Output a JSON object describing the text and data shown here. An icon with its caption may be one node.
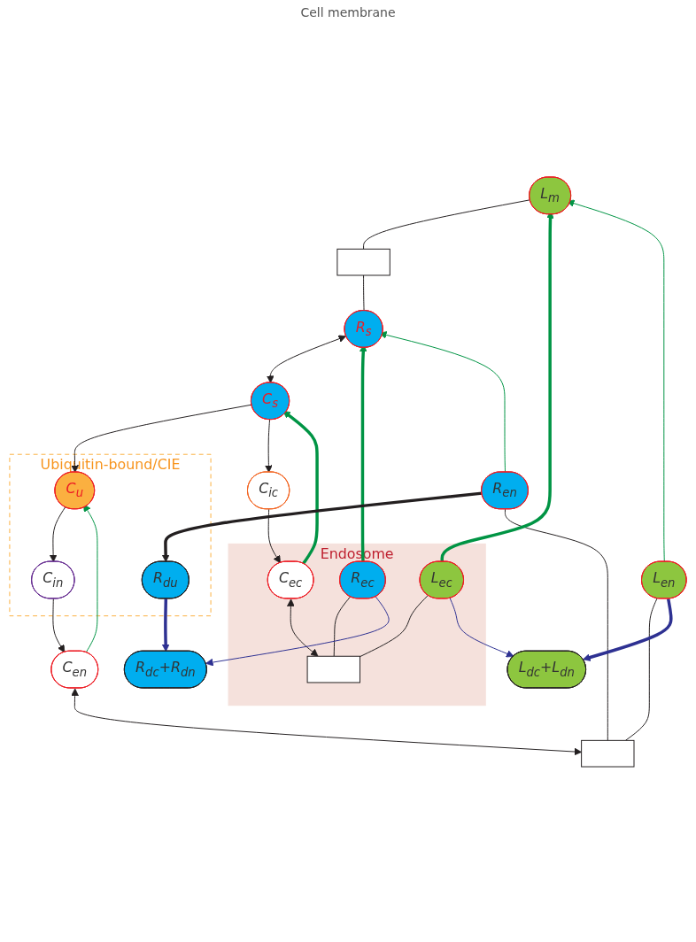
{
  "diagram": {
    "nodes": [
      {
        "text": [
          "L$_{m}$"
        ]
      },
      {
        "text": [],
        "shape": "box"
      },
      {
        "text": [
          "R$_{s}$"
        ]
      },
      {
        "text": [
          "C$_{s}$"
        ]
      },
      {
        "text": [
          "Ubiquitin-bound/CIE"
        ]
      },
      {
        "text": [
          "C$_{u}$"
        ],
        "in": 4
      },
      {
        "text": [
          "C$_{ic}$"
        ]
      },
      {
        "text": [
          "C$_{in}$"
        ],
        "in": 4
      },
      {
        "text": [
          "Endosome"
        ]
      },
      {
        "text": [
          "C$_{ec}$"
        ],
        "in": 8
      },
      {
        "text": [
          "C$_{en}$"
        ]
      },
      {
        "text": [
          "R$_{ec}$"
        ],
        "in": 8
      },
      {
        "text": [],
        "shape": "box",
        "in": 8
      },
      {
        "text": [],
        "shape": "box"
      },
      {
        "text": [
          "R$_{en}$"
        ]
      },
      {
        "text": [
          "L$_{ec}$"
        ],
        "in": 8
      },
      {
        "text": [
          "L$_{en}$"
        ]
      },
      {
        "text": [
          "R$_{du}$"
        ],
        "in": 4
      },
      {
        "text": [
          "L$_{dc}$+L$_{dn}$"
        ]
      },
      {
        "text": [
          "R$_{dc}$+R$_{dn}$"
        ]
      }
    ],
    "edges": [
      {
        "from": 0,
        "to": 1,
        "arrow": "none"
      },
      {
        "from": 1,
        "to": 2,
        "arrow": "none"
      },
      {
        "from": 2,
        "to": 3,
        "arrow": "both"
      },
      {
        "from": 3,
        "to": 5,
        "arrow": "to"
      },
      {
        "from": 3,
        "to": 6,
        "arrow": "to"
      },
      {
        "from": 5,
        "to": 7,
        "arrow": "to"
      },
      {
        "from": 6,
        "to": 9,
        "arrow": "to"
      },
      {
        "from": 7,
        "to": 10,
        "arrow": "to"
      },
      {
        "from": 9,
        "to": 12,
        "arrow": "both"
      },
      {
        "from": 11,
        "to": 12,
        "arrow": "none"
      },
      {
        "from": 15,
        "to": 12,
        "arrow": "none"
      },
      {
        "from": 10,
        "to": 13,
        "arrow": "both"
      },
      {
        "from": 14,
        "to": 13,
        "arrow": "none"
      },
      {
        "from": 16,
        "to": 13,
        "arrow": "none"
      },
      {
        "from": 11,
        "to": 2,
        "arrow": "to",
        "style": "thick",
        "color": "#009444"
      },
      {
        "from": 9,
        "to": 3,
        "arrow": "to",
        "style": "thick",
        "color": "#009444"
      },
      {
        "from": 15,
        "to": 0,
        "arrow": "to",
        "style": "thick",
        "color": "#009444"
      },
      {
        "from": 16,
        "to": 0,
        "arrow": "to",
        "color": "#009444"
      },
      {
        "from": 14,
        "to": 2,
        "arrow": "to",
        "color": "#009444"
      },
      {
        "from": 10,
        "to": 5,
        "arrow": "to",
        "color": "#009444"
      },
      {
        "from": 14,
        "to": 17,
        "arrow": "to",
        "style": "thick"
      },
      {
        "from": 15,
        "to": 18,
        "arrow": "to",
        "color": "#2e3192"
      },
      {
        "from": 16,
        "to": 18,
        "arrow": "to",
        "style": "thick",
        "color": "#2e3192"
      },
      {
        "from": 11,
        "to": 19,
        "arrow": "to",
        "color": "#2e3192"
      },
      {
        "from": 17,
        "to": 19,
        "arrow": "to",
        "style": "thick",
        "color": "#2e3192"
      }
    ],
    "labels": [
      "Cell membrane"
    ]
  }
}
